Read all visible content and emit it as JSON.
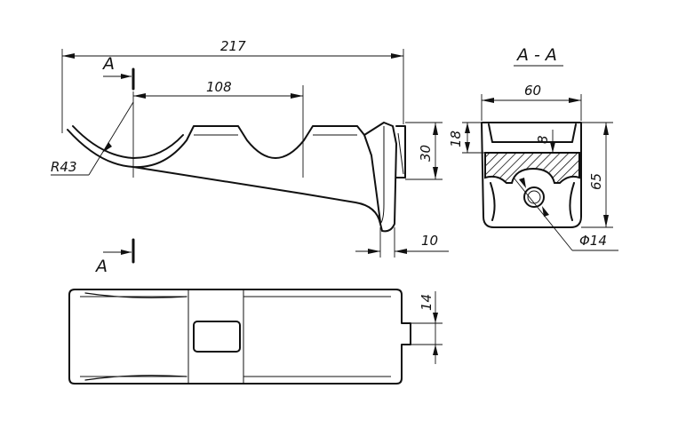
{
  "dimensions": {
    "overall_length": "217",
    "center_distance": "108",
    "radius": "R43",
    "height_side": "30",
    "bottom_thickness": "10",
    "section_width": "60",
    "section_top": "18",
    "section_height": "65",
    "rib_thickness": "8",
    "hole_diameter": "Φ14",
    "tab_width": "14"
  },
  "section": {
    "title": "A - A",
    "marker_top": "A",
    "marker_bottom": "A"
  },
  "colors": {
    "line": "#111111",
    "background": "#ffffff"
  }
}
